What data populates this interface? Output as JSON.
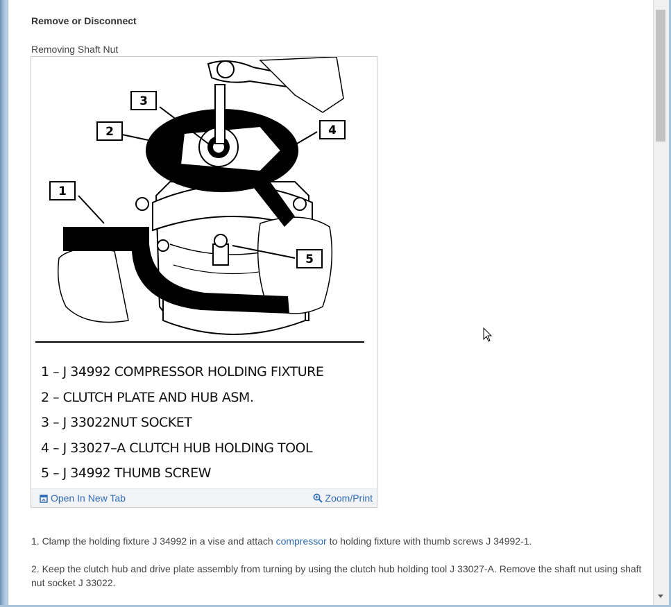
{
  "section": {
    "heading": "Remove or Disconnect"
  },
  "figure": {
    "caption": "Removing Shaft Nut",
    "callouts": [
      "1",
      "2",
      "3",
      "4",
      "5"
    ],
    "legend": [
      "1 –  J 34992 COMPRESSOR HOLDING FIXTURE",
      "2 –  CLUTCH PLATE AND HUB ASM.",
      "3 –  J 33022NUT SOCKET",
      "4 –  J 33027–A CLUTCH HUB HOLDING TOOL",
      "5 –  J 34992 THUMB SCREW"
    ],
    "open_tab_label": "Open In New Tab",
    "zoom_label": "Zoom/Print"
  },
  "steps": {
    "step1_pre": " 1. Clamp the holding fixture J 34992 in a vise and attach ",
    "step1_link": "compressor",
    "step1_post": " to holding fixture with thumb screws J 34992-1.",
    "step2": " 2. Keep the clutch hub and drive plate assembly from turning by using the clutch hub holding tool J 33027-A. Remove the shaft nut using shaft nut socket J 33022."
  },
  "colors": {
    "link": "#2d6bb3",
    "footer_bg": "#f2f3f7"
  },
  "icons": [
    "open-in-new-tab-icon",
    "zoom-icon",
    "scroll-down-arrow-icon",
    "mouse-cursor-icon"
  ]
}
